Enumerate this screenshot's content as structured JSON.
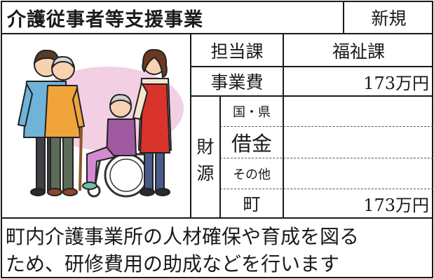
{
  "header": {
    "title": "介護従事者等支援事業",
    "badge": "新規"
  },
  "rows": {
    "dept_label": "担当課",
    "dept_value": "福祉課",
    "cost_label": "事業費",
    "cost_value": "173万円"
  },
  "finance": {
    "label_top": "財",
    "label_bottom": "源",
    "national_label": "国・県",
    "national_value": "",
    "loan_label": "借金",
    "loan_value": "",
    "other_label": "その他",
    "other_value": "",
    "town_label": "町",
    "town_value": "173万円"
  },
  "description": {
    "line1": "町内介護事業所の人材確保や育成を図る",
    "line2": "ため、研修費用の助成などを行います"
  },
  "colors": {
    "border": "#1a1a1a",
    "ellipse": "#f3cfe4",
    "shirt_blue": "#6fb3d9",
    "apron_red": "#d9342b"
  }
}
